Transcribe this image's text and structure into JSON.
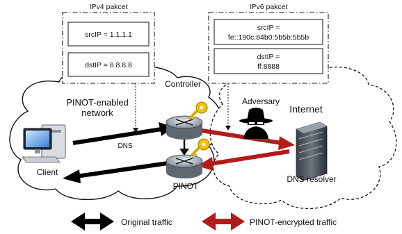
{
  "ipv4_packet": {
    "title": "IPv4 pakcet",
    "src": "srcIP = 1.1.1.1",
    "dst": "dstIP = 8.8.8.8"
  },
  "ipv6_packet": {
    "title": "IPv6 pakcet",
    "src_line1": "srcIP =",
    "src_line2": "fe::190c:84b0:5b5b:5b5b",
    "dst_line1": "dstIP =",
    "dst_line2": "ff:8888"
  },
  "labels": {
    "controller": "Controller",
    "pinot_network_line1": "PINOT-enabled",
    "pinot_network_line2": "network",
    "dns": "DNS",
    "client": "Client",
    "pinot": "PINOT",
    "adversary": "Adversary",
    "internet": "Internet",
    "dns_resolver": "DNS resolver"
  },
  "legend": {
    "original": "Original traffic",
    "encrypted": "PINOT-encrypted traffic"
  },
  "colors": {
    "original_arrow": "#000000",
    "encrypted_arrow": "#b31b1b",
    "key": "#f2c200"
  }
}
